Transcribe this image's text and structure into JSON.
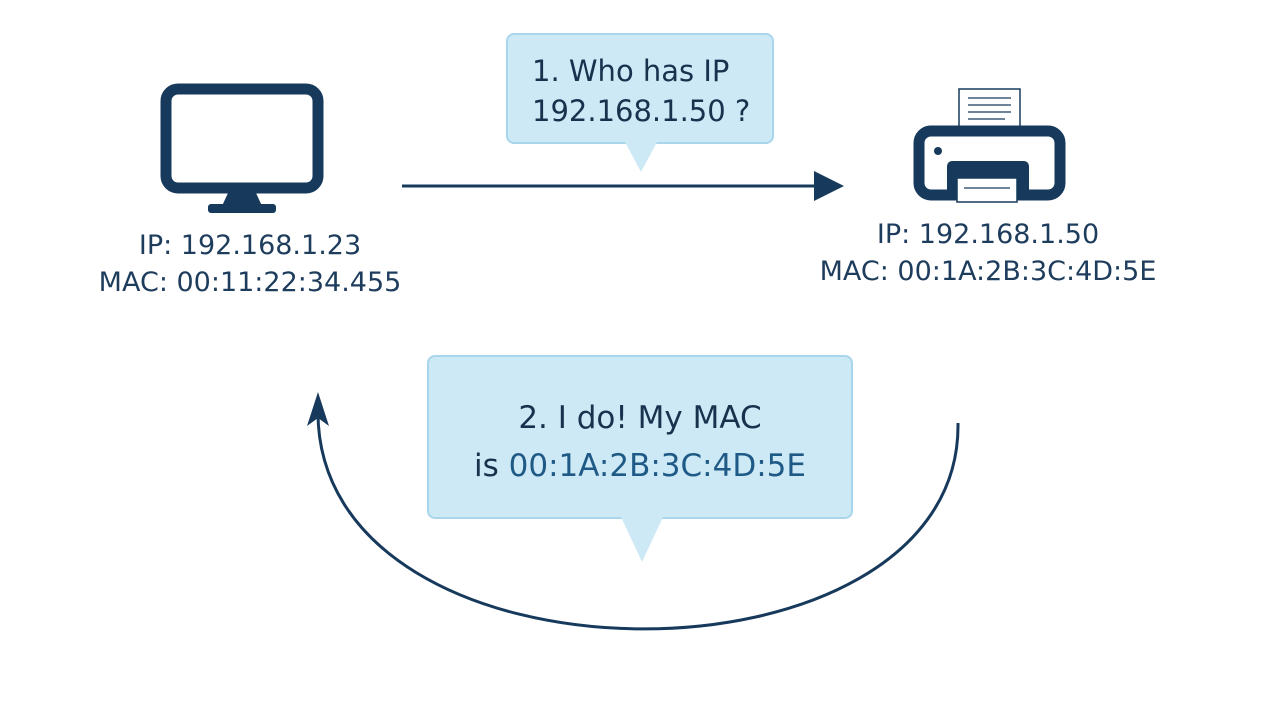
{
  "computer": {
    "ip_label": "IP: 192.168.1.23",
    "mac_label": "MAC: 00:11:22:34.455"
  },
  "printer": {
    "ip_label": "IP: 192.168.1.50",
    "mac_label": "MAC: 00:1A:2B:3C:4D:5E"
  },
  "request_bubble": {
    "line1": "1. Who has IP",
    "line2": "192.168.1.50 ?"
  },
  "reply_bubble": {
    "line1": "2. I do! My MAC",
    "line2_prefix": "is ",
    "line2_mac": "00:1A:2B:3C:4D:5E"
  },
  "colors": {
    "icon_navy": "#173a5c",
    "bubble_fill": "#cde9f6",
    "bubble_border": "#a9d6eb",
    "mac_highlight": "#1f5a86"
  },
  "icons": {
    "computer": "monitor-icon",
    "printer": "printer-icon"
  }
}
